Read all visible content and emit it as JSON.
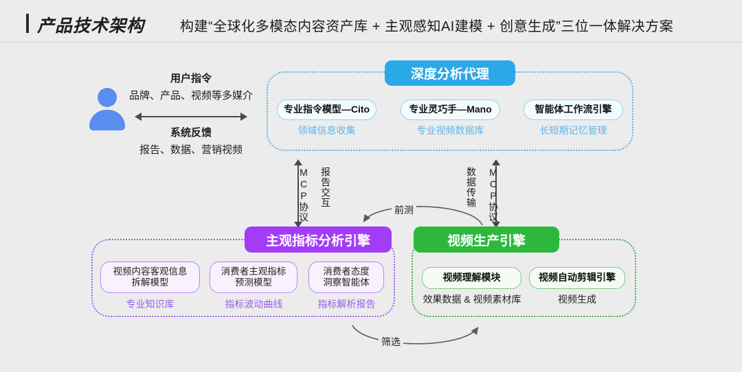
{
  "header": {
    "title": "产品技术架构",
    "subtitle": "构建“全球化多模态内容资产库 + 主观感知AI建模 + 创意生成”三位一体解决方案"
  },
  "user": {
    "icon": "user-avatar-icon",
    "instruction_title": "用户指令",
    "instruction_detail": "品牌、产品、视频等多媒介",
    "feedback_title": "系统反馈",
    "feedback_detail": "报告、数据、营销视频"
  },
  "panels": {
    "deep_analysis": {
      "title": "深度分析代理",
      "color": "#2ba8e8",
      "items": [
        {
          "label": "专业指令模型—Cito",
          "caption": "领域信息收集"
        },
        {
          "label": "专业灵巧手—Mano",
          "caption": "专业视频数据库"
        },
        {
          "label": "智能体工作流引擎",
          "caption": "长短期记忆管理"
        }
      ]
    },
    "subjective_metrics": {
      "title": "主观指标分析引擎",
      "color": "#a23cf5",
      "items": [
        {
          "label": "视频内容客观信息\n拆解模型",
          "caption": "专业知识库"
        },
        {
          "label": "消费者主观指标\n预测模型",
          "caption": "指标波动曲线"
        },
        {
          "label": "消费者态度\n洞察智能体",
          "caption": "指标解析报告"
        }
      ]
    },
    "video_production": {
      "title": "视频生产引擎",
      "color": "#2db83d",
      "items": [
        {
          "label": "视频理解模块",
          "caption": "效果数据 & 视频素材库"
        },
        {
          "label": "视频自动剪辑引擎",
          "caption": "视频生成"
        }
      ]
    }
  },
  "connectors": {
    "left_vertical": {
      "label_inner": "MCP协议",
      "label_outer": "报告交互"
    },
    "right_vertical": {
      "label_inner": "数据传输",
      "label_outer": "MCP协议"
    },
    "curve_top": "前测",
    "curve_bottom": "筛选"
  }
}
